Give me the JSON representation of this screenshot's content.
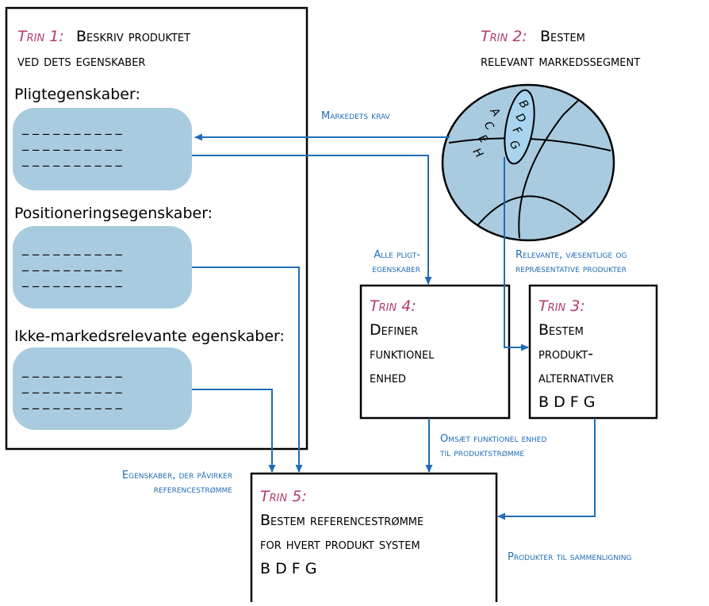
{
  "colors": {
    "step_label": "#b33a6e",
    "arrow": "#1f6db5",
    "blob_fill": "#a9cbe0",
    "oval_fill": "#a9d3ee",
    "frame": "#000000",
    "text": "#000000"
  },
  "step1": {
    "label": "Trin 1:",
    "title_line1": "Beskriv produktet",
    "title_line2": "ved dets egenskaber",
    "heading_mandatory": "Pligtegenskaber:",
    "heading_positioning": "Positioneringsegenskaber:",
    "heading_nonmarket": "Ikke-markedsrelevante egenskaber:",
    "dash_line": "_ _ _ _ _ _ _ _ _ _"
  },
  "step2": {
    "label": "Trin 2:",
    "title_line1": "Bestem",
    "title_line2": "relevant markedssegment",
    "segment_letters": [
      "A",
      "C",
      "E",
      "H"
    ],
    "selected_letters": [
      "B",
      "D",
      "F",
      "G"
    ]
  },
  "step3": {
    "label": "Trin 3:",
    "line1": "Bestem",
    "line2": "produkt-",
    "line3": "alternativer",
    "line4": "B D F G"
  },
  "step4": {
    "label": "Trin 4:",
    "line1": "Definer",
    "line2": "funktionel",
    "line3": "enhed"
  },
  "step5": {
    "label": "Trin 5:",
    "line1": "Bestem referencestrømme",
    "line2": "for hvert produkt system",
    "line3": "B D F G"
  },
  "arrows": {
    "market_requirements": "Markedets krav",
    "all_mandatory_line1": "Alle pligt-",
    "all_mandatory_line2": "egenskaber",
    "relevant_products_line1": "Relevante, væsentlige og",
    "relevant_products_line2": "repræsentative produkter",
    "convert_line1": "Omsæt funktionel enhed",
    "convert_line2": "til produktstrømme",
    "properties_line1": "Egenskaber, der påvirker",
    "properties_line2": "referencestrømme",
    "products_compare": "Produkter til sammenligning"
  }
}
